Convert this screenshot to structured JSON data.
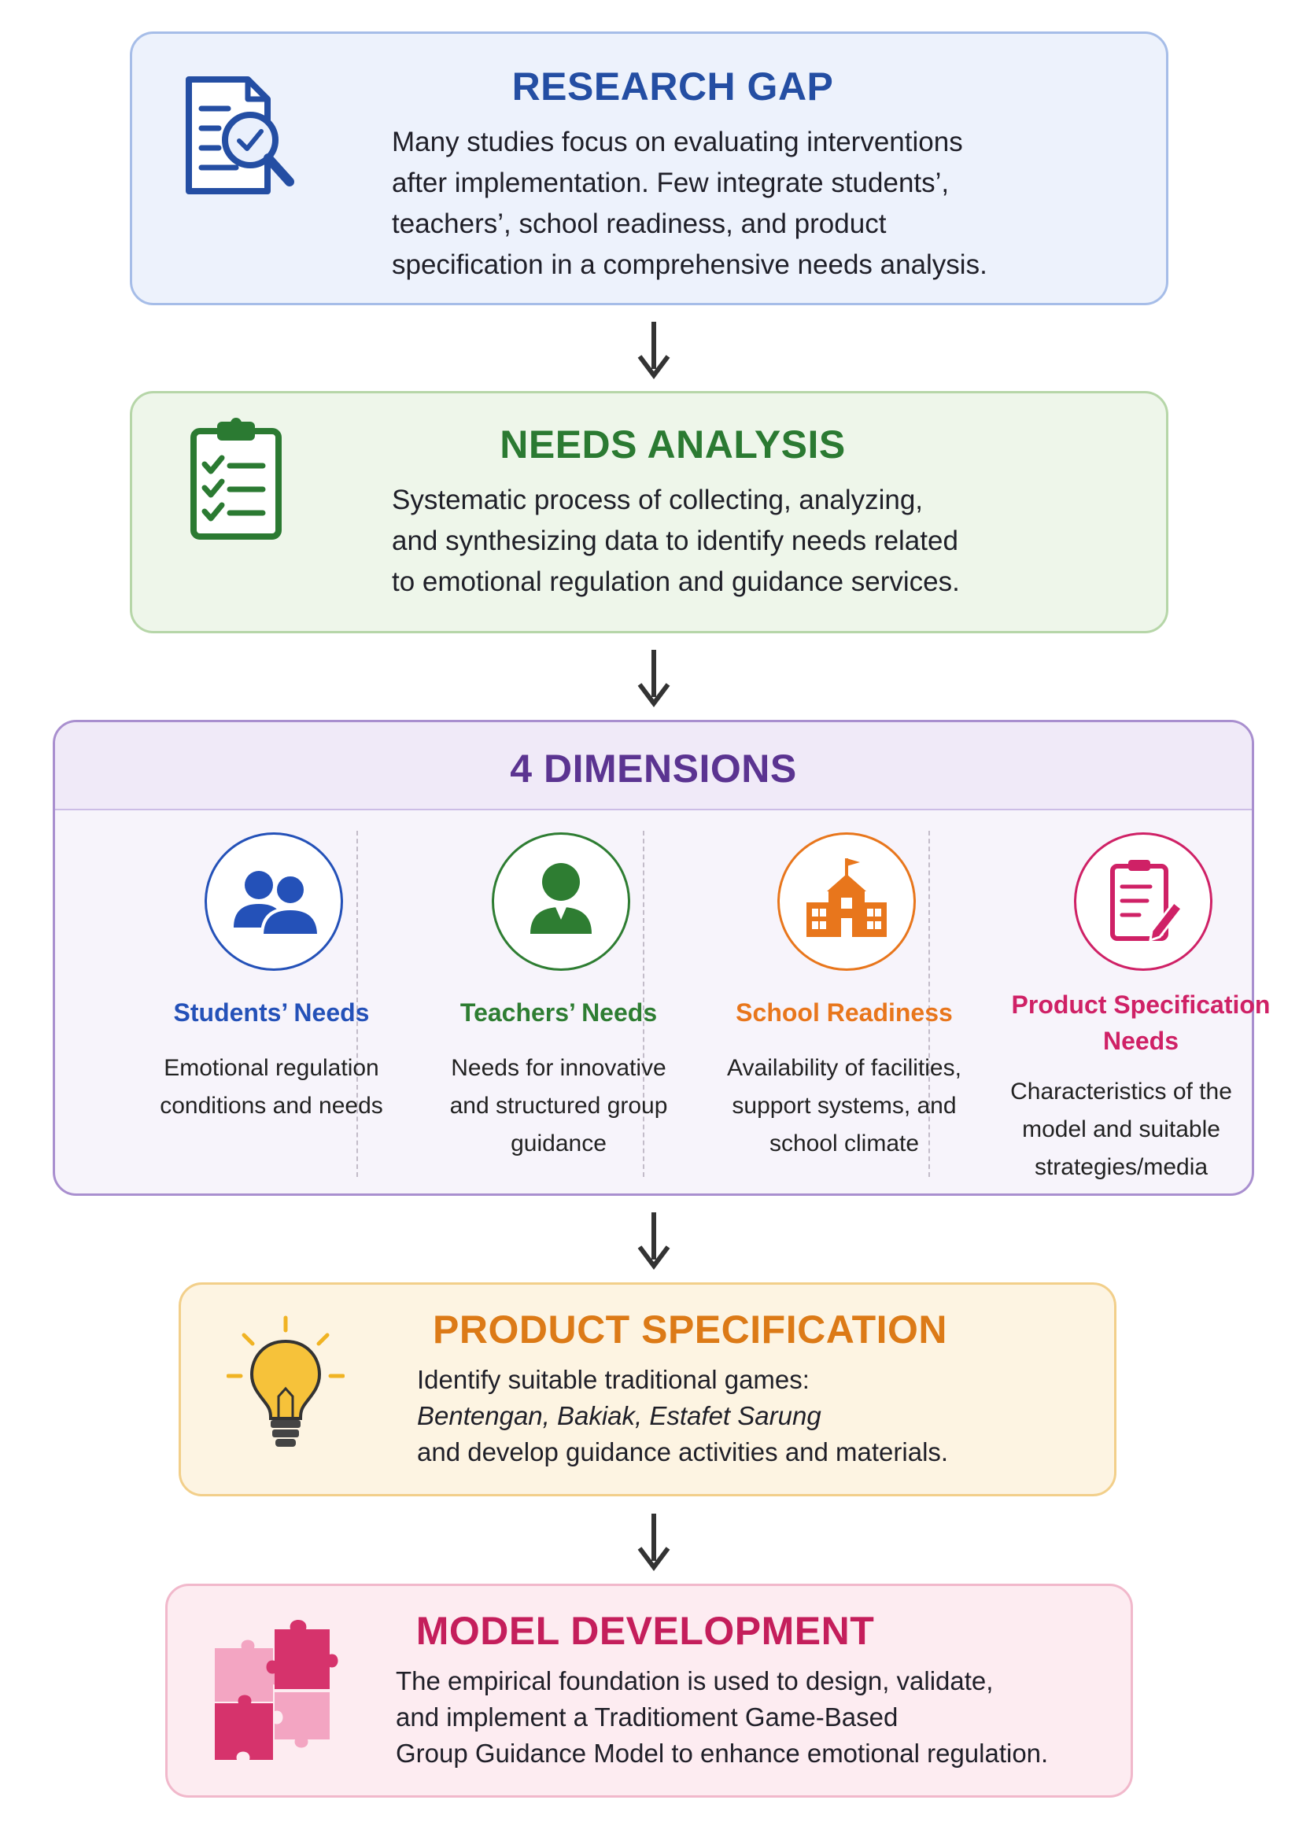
{
  "research_gap": {
    "title": "RESEARCH GAP",
    "lines": [
      "Many studies focus on evaluating interventions",
      "after implementation. Few integrate students’,",
      "teachers’, school readiness, and product",
      "specification in a comprehensive needs analysis."
    ],
    "icon": "document-magnifier-icon",
    "color": "#244ea3"
  },
  "needs_analysis": {
    "title": "NEEDS ANALYSIS",
    "lines": [
      "Systematic process of collecting, analyzing,",
      "and synthesizing data to identify needs related",
      "to emotional regulation and guidance services."
    ],
    "icon": "clipboard-checklist-icon",
    "color": "#2b7a32"
  },
  "dimensions": {
    "title": "4 DIMENSIONS",
    "color": "#5b3491",
    "items": [
      {
        "title_lines": [
          "Students’ Needs"
        ],
        "desc_lines": [
          "Emotional regulation",
          "conditions and needs"
        ],
        "icon": "students-group-icon",
        "color": "#2451b8"
      },
      {
        "title_lines": [
          "Teachers’ Needs"
        ],
        "desc_lines": [
          "Needs for innovative",
          "and structured group",
          "guidance"
        ],
        "icon": "teacher-person-icon",
        "color": "#2e7d32"
      },
      {
        "title_lines": [
          "School Readiness"
        ],
        "desc_lines": [
          "Availability of facilities,",
          "support systems, and",
          "school climate"
        ],
        "icon": "school-building-icon",
        "color": "#e8761c"
      },
      {
        "title_lines": [
          "Product Specification",
          "Needs"
        ],
        "desc_lines": [
          "Characteristics of the",
          "model and suitable",
          "strategies/media"
        ],
        "icon": "clipboard-pencil-icon",
        "color": "#cf2166"
      }
    ]
  },
  "product_specification": {
    "title": "PRODUCT SPECIFICATION",
    "line1": "Identify suitable traditional games:",
    "games": "Bentengan, Bakiak, Estafet Sarung",
    "line3": "and develop guidance activities and materials.",
    "icon": "lightbulb-icon",
    "color": "#dc7a17"
  },
  "model_development": {
    "title": "MODEL DEVELOPMENT",
    "lines": [
      "The empirical foundation is used to design, validate,",
      "and implement a Traditioment Game-Based",
      "Group Guidance Model to enhance emotional regulation."
    ],
    "icon": "puzzle-pieces-icon",
    "color": "#c41e5b"
  }
}
